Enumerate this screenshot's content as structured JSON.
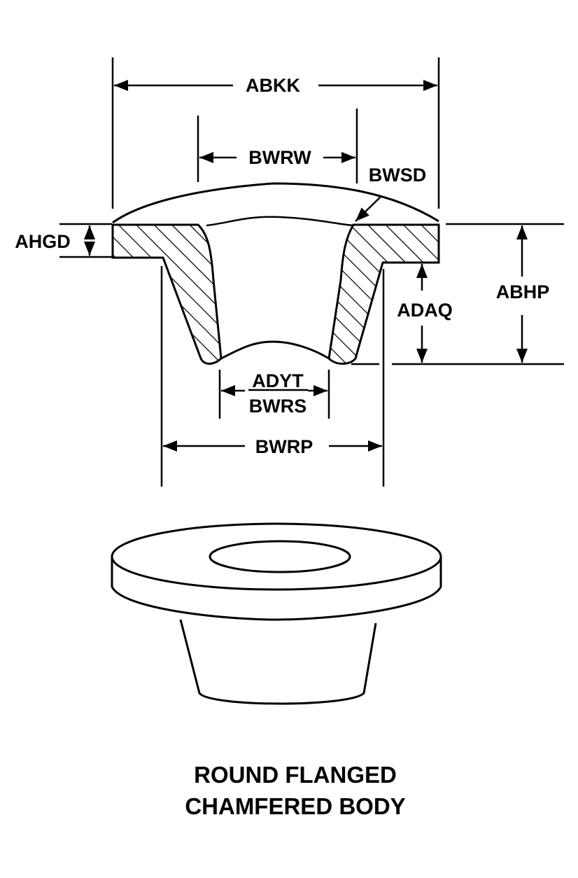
{
  "diagram": {
    "dimension_labels": {
      "overall_flange_diameter": "ABKK",
      "top_opening": "BWRW",
      "spherical_top": "BWSD",
      "flange_thickness": "AHGD",
      "body_length": "ADAQ",
      "overall_height": "ABHP",
      "bottom_inner_top": "ADYT",
      "bottom_inner_bottom": "BWRS",
      "body_diameter": "BWRP"
    },
    "title_line1": "ROUND FLANGED",
    "title_line2": "CHAMFERED BODY"
  }
}
